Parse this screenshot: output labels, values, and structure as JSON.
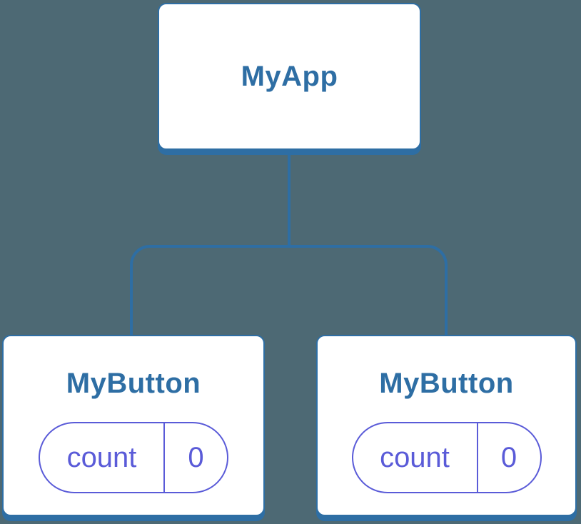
{
  "canvas": {
    "background": "#4d6974"
  },
  "colors": {
    "background": "#4d6974",
    "node_fill": "#ffffff",
    "node_stroke": "#2e6ea4",
    "node_title": "#2e6ea4",
    "connector": "#2e6ea4",
    "state_accent": "#5a5bd8"
  },
  "diagram": {
    "root": {
      "label": "MyApp"
    },
    "children": [
      {
        "label": "MyButton",
        "state": {
          "key": "count",
          "value": "0"
        }
      },
      {
        "label": "MyButton",
        "state": {
          "key": "count",
          "value": "0"
        }
      }
    ]
  }
}
